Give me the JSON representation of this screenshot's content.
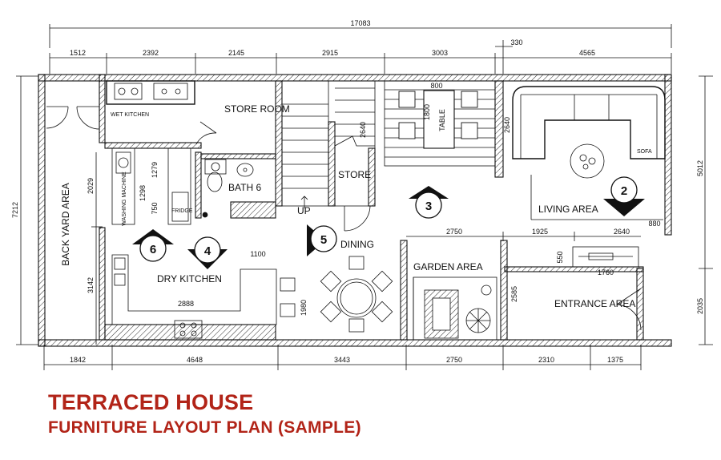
{
  "title": {
    "line1": "TERRACED HOUSE",
    "line2": "FURNITURE LAYOUT PLAN (SAMPLE)",
    "color": "#b22418"
  },
  "dimensions": {
    "overall_top": "17083",
    "top": [
      "1512",
      "2392",
      "2145",
      "2915",
      "3003",
      "330",
      "4565"
    ],
    "bottom": [
      "1842",
      "4648",
      "3443",
      "2750",
      "2310",
      "1375"
    ],
    "left_overall": "7212",
    "left": [
      "2029",
      "3142"
    ],
    "right": [
      "5012",
      "2035"
    ],
    "interior": {
      "table_width": "800",
      "table_length": "1800",
      "stair_a": "2640",
      "stair_b": "2640",
      "wm_a": "1279",
      "wm_b": "1298",
      "wm_c": "750",
      "counter": "1100",
      "kitchen_len": "2888",
      "counter_depth": "1980",
      "garden_width": "2750",
      "mid_width": "1925",
      "living_wall": "2640",
      "living_corner": "880",
      "garden_depth": "2585",
      "entrance_depth": "550",
      "entrance_width": "1760"
    }
  },
  "rooms": {
    "wet_kitchen": "WET KITCHEN",
    "store_room": "STORE ROOM",
    "bath": "BATH 6",
    "store": "STORE",
    "table": "TABLE",
    "sofa": "SOFA",
    "living": "LIVING AREA",
    "back_yard": "BACK YARD AREA",
    "washing_machine": "WASHING MACHINE",
    "fridge": "FRIDGE",
    "up": "UP",
    "dining": "DINING",
    "dry_kitchen": "DRY KITCHEN",
    "garden": "GARDEN AREA",
    "entrance": "ENTRANCE AREA"
  },
  "markers": [
    "2",
    "3",
    "4",
    "5",
    "6"
  ]
}
